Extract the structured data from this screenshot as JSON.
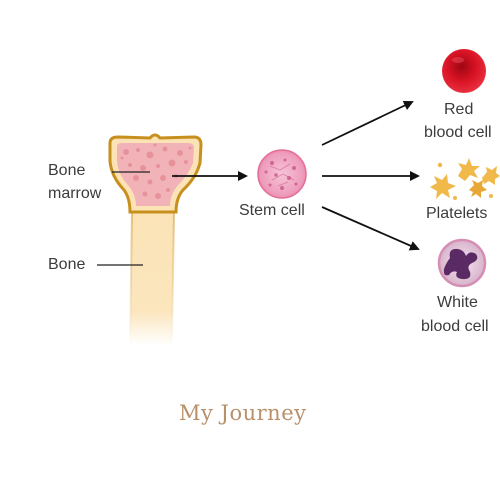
{
  "labels": {
    "bone_marrow_line1": "Bone",
    "bone_marrow_line2": "marrow",
    "bone": "Bone",
    "stem_cell": "Stem cell",
    "red_blood_line1": "Red",
    "red_blood_line2": "blood cell",
    "platelets": "Platelets",
    "white_blood_line1": "White",
    "white_blood_line2": "blood cell"
  },
  "title": "My Journey",
  "colors": {
    "bone_fill": "#fbe3b6",
    "bone_outline": "#c7901e",
    "marrow": "#f2b3b8",
    "stem_cell": "#e678a0",
    "red_cell": "#d81324",
    "platelet": "#f0b94a",
    "white_cell": "#c9a6c0",
    "nucleus": "#5a2a64",
    "title": "#b8906a"
  }
}
